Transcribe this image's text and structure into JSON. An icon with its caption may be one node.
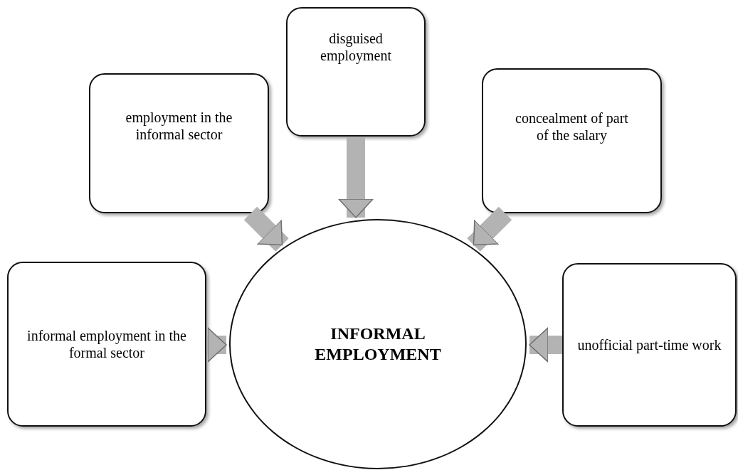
{
  "diagram": {
    "nodes": [
      {
        "text": [
          "disguised employment"
        ]
      },
      {
        "text": [
          "employment in the informal sector"
        ]
      },
      {
        "text": [
          "concealment of part of the salary"
        ]
      },
      {
        "text": [
          "informal employment in the formal sector"
        ]
      },
      {
        "text": [
          "INFORMAL EMPLOYMENT"
        ]
      },
      {
        "text": [
          "unofficial part-time work"
        ]
      }
    ],
    "edges": [
      {
        "from": 0,
        "to": 4,
        "arrow": "to"
      },
      {
        "from": 1,
        "to": 4,
        "arrow": "to"
      },
      {
        "from": 2,
        "to": 4,
        "arrow": "to"
      },
      {
        "from": 3,
        "to": 4,
        "arrow": "to"
      },
      {
        "from": 5,
        "to": 4,
        "arrow": "to"
      }
    ]
  }
}
